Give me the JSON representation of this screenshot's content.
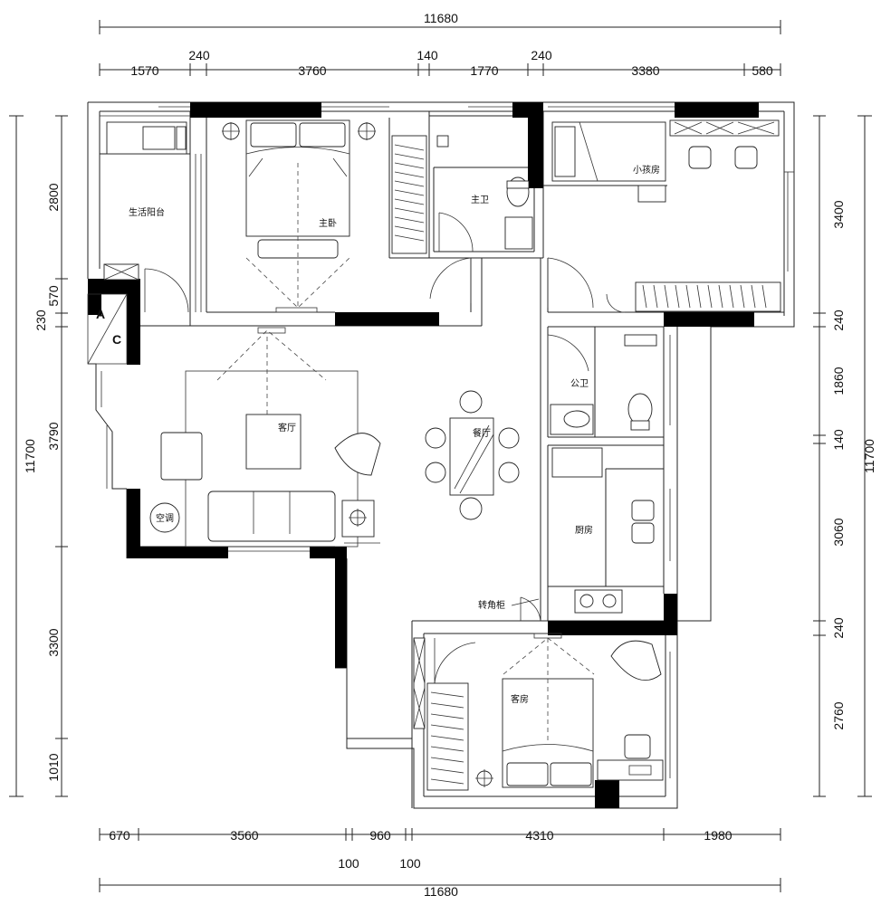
{
  "dimensions": {
    "top_total": "11680",
    "top_segments": [
      "1570",
      "240",
      "3760",
      "140",
      "1770",
      "240",
      "3380",
      "580"
    ],
    "bottom_segments": [
      "670",
      "3560",
      "960",
      "4310",
      "1980"
    ],
    "bottom_small": [
      "100",
      "100"
    ],
    "bottom_total": "11680",
    "left_total": "11700",
    "left_segments": [
      "2800",
      "570",
      "230",
      "3790",
      "3300",
      "1010"
    ],
    "right_total": "11700",
    "right_segments": [
      "3400",
      "240",
      "1860",
      "140",
      "3060",
      "240",
      "2760"
    ]
  },
  "rooms": {
    "utility_balcony": "生活阳台",
    "master_bedroom": "主卧",
    "master_bath": "主卫",
    "kids_room": "小孩房",
    "living_room": "客厅",
    "dining_room": "餐厅",
    "public_bath": "公卫",
    "kitchen": "厨房",
    "guest_room": "客房",
    "corner_cabinet": "转角柜",
    "air_conditioner": "空调"
  },
  "ac_unit": {
    "letter_a": "A",
    "letter_c": "C"
  }
}
